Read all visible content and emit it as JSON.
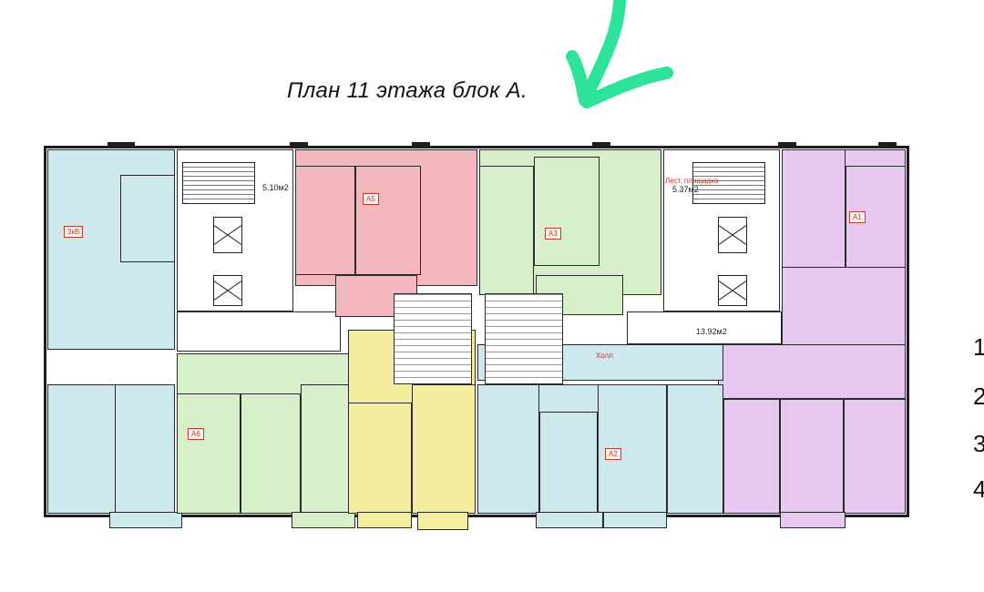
{
  "title": "План 11 этажа блок А.",
  "colors": {
    "blue": "#cde9ee",
    "pink": "#f3b8bd",
    "green": "#d8f0c9",
    "yellow": "#f3ef9f",
    "purple": "#e6c8f1",
    "hall": "#ffffff",
    "accent": "#2de39a"
  },
  "labels": {
    "stair_left": "5.10м2",
    "stair_right_top": "Лест. площадка",
    "stair_right": "5.37м2",
    "corridor_right": "13.92м2",
    "hall": "Холл"
  },
  "edge_digits": [
    "1",
    "2",
    "3",
    "4"
  ]
}
